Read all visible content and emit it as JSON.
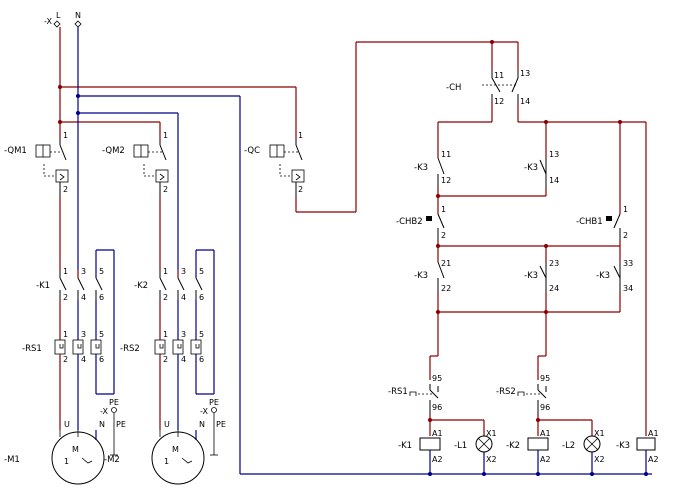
{
  "supply": {
    "x_label": "-X",
    "l_label": "L",
    "n_label": "N"
  },
  "breakers": {
    "qm1": {
      "tag": "-QM1",
      "pin_top": "1",
      "pin_bot": "2"
    },
    "qm2": {
      "tag": "-QM2",
      "pin_top": "1",
      "pin_bot": "2"
    },
    "qc": {
      "tag": "-QC",
      "pin_top": "1",
      "pin_bot": "2"
    }
  },
  "contactors": {
    "k1": {
      "tag": "-K1",
      "top": [
        "1",
        "3",
        "5"
      ],
      "bot": [
        "2",
        "4",
        "6"
      ]
    },
    "k2": {
      "tag": "-K2",
      "top": [
        "1",
        "3",
        "5"
      ],
      "bot": [
        "2",
        "4",
        "6"
      ]
    }
  },
  "relays": {
    "rs1": {
      "tag": "-RS1",
      "top": [
        "1",
        "3",
        "5"
      ],
      "bot": [
        "2",
        "4",
        "6"
      ]
    },
    "rs2": {
      "tag": "-RS2",
      "top": [
        "1",
        "3",
        "5"
      ],
      "bot": [
        "2",
        "4",
        "6"
      ]
    }
  },
  "motors": {
    "m1": {
      "tag": "-M1",
      "letter": "M",
      "phase": "1",
      "u": "U",
      "n": "N",
      "pe": "PE",
      "term_tag": "-X",
      "term_pe": "PE"
    },
    "m2": {
      "tag": "-M2",
      "letter": "M",
      "phase": "1",
      "u": "U",
      "n": "N",
      "pe": "PE",
      "term_tag": "-X",
      "term_pe": "PE"
    }
  },
  "control": {
    "ch": {
      "tag": "-CH",
      "p11": "11",
      "p12": "12",
      "p13": "13",
      "p14": "14"
    },
    "k3a": {
      "tag": "-K3",
      "p1": "11",
      "p2": "12"
    },
    "k3b": {
      "tag": "-K3",
      "p1": "13",
      "p2": "14"
    },
    "chb2": {
      "tag": "-CHB2",
      "p1": "1",
      "p2": "2"
    },
    "chb1": {
      "tag": "-CHB1",
      "p1": "1",
      "p2": "2"
    },
    "k3c": {
      "tag": "-K3",
      "p1": "21",
      "p2": "22"
    },
    "k3d": {
      "tag": "-K3",
      "p1": "23",
      "p2": "24"
    },
    "k3e": {
      "tag": "-K3",
      "p1": "33",
      "p2": "34"
    },
    "rs1c": {
      "tag": "-RS1",
      "p1": "95",
      "p2": "96"
    },
    "rs2c": {
      "tag": "-RS2",
      "p1": "95",
      "p2": "96"
    },
    "k1coil": {
      "tag": "-K1",
      "a1": "A1",
      "a2": "A2"
    },
    "l1": {
      "tag": "-L1",
      "x1": "X1",
      "x2": "X2"
    },
    "k2coil": {
      "tag": "-K2",
      "a1": "A1",
      "a2": "A2"
    },
    "l2": {
      "tag": "-L2",
      "x1": "X1",
      "x2": "X2"
    },
    "k3coil": {
      "tag": "-K3",
      "a1": "A1",
      "a2": "A2"
    }
  },
  "colors": {
    "live_wire": "#8b0000",
    "neutral_wire": "#00008b",
    "component": "#000000"
  }
}
